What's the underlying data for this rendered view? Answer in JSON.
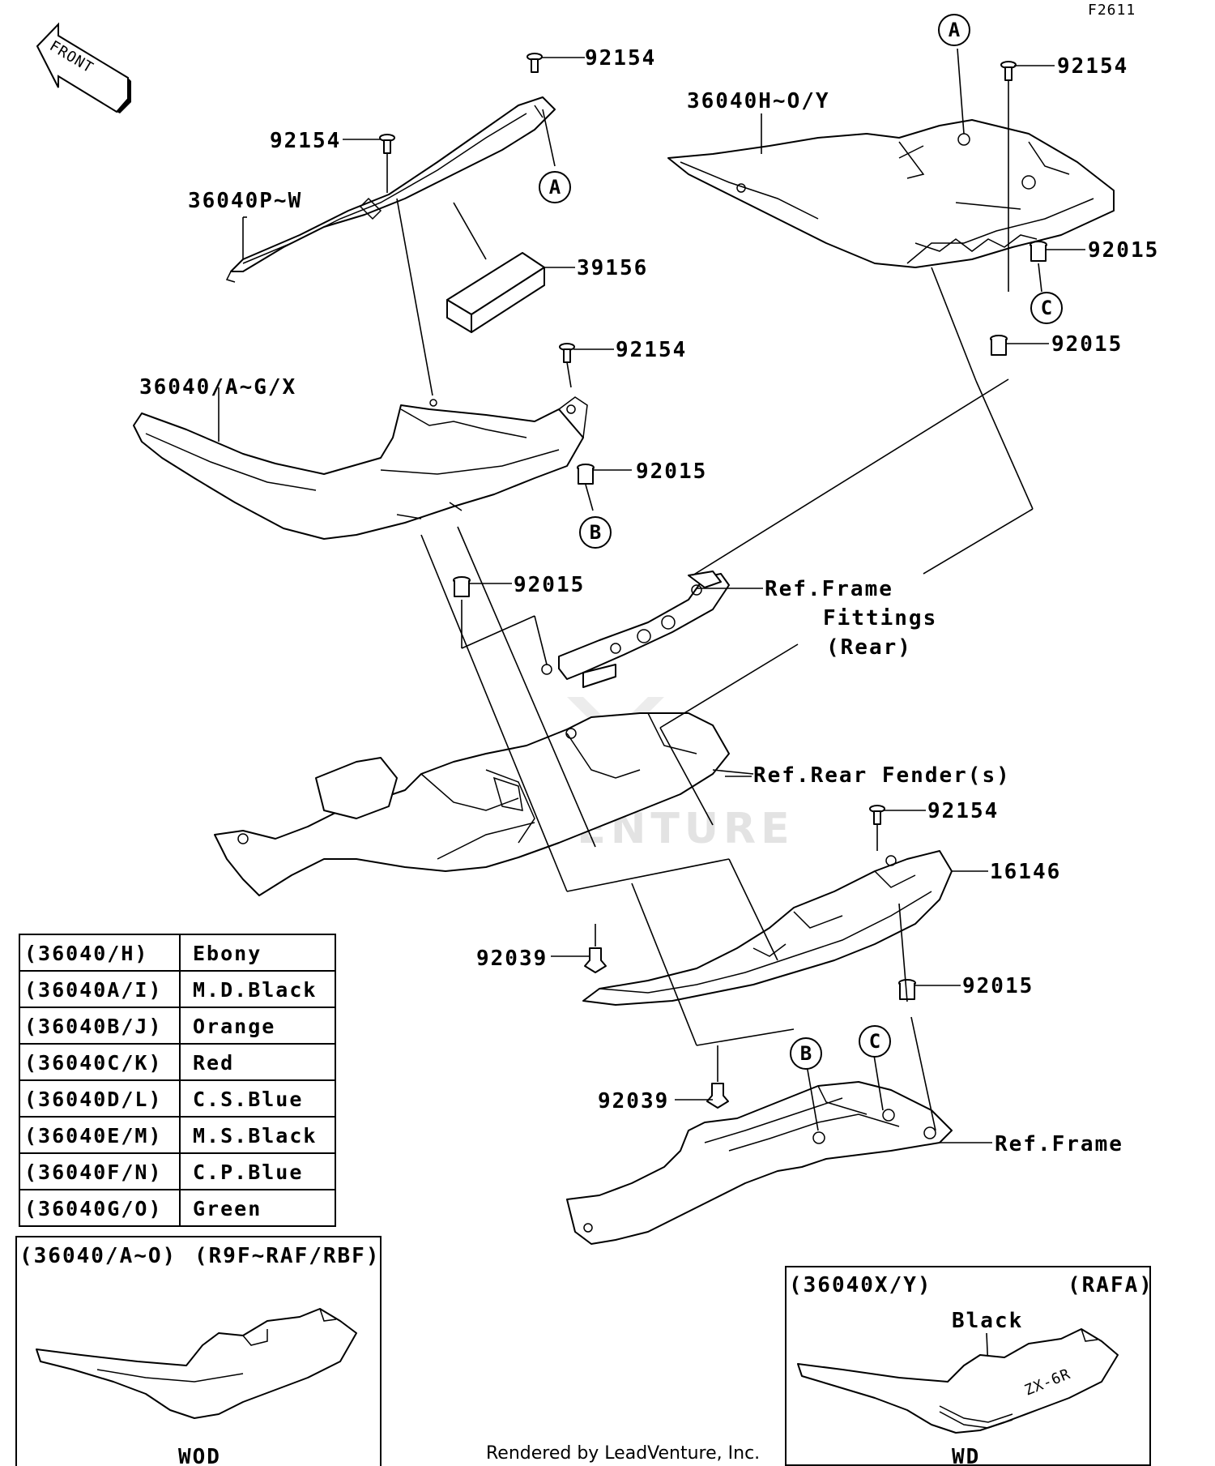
{
  "figure_code": "F2611",
  "front_arrow": "FRONT",
  "callouts": {
    "p92154_a": "92154",
    "p92154_b": "92154",
    "p92154_c": "92154",
    "p92154_d": "92154",
    "p92154_e": "92154",
    "p36040HOY": "36040H~O/Y",
    "p36040PW": "36040P~W",
    "p39156": "39156",
    "p92015_a": "92015",
    "p92015_b": "92015",
    "p92015_c": "92015",
    "p92015_d": "92015",
    "p92015_e": "92015",
    "p36040AGX": "36040/A~G/X",
    "p16146": "16146",
    "p92039_a": "92039",
    "p92039_b": "92039",
    "ref_frame_fittings_1": "Ref.Frame",
    "ref_frame_fittings_2": "Fittings",
    "ref_frame_fittings_3": "(Rear)",
    "ref_rear_fender": "Ref.Rear Fender(s)",
    "ref_frame": "Ref.Frame"
  },
  "markers": {
    "A1": "A",
    "A2": "A",
    "B1": "B",
    "B2": "B",
    "C1": "C",
    "C2": "C"
  },
  "color_table": [
    {
      "code": "(36040/H)",
      "color": "Ebony"
    },
    {
      "code": "(36040A/I)",
      "color": "M.D.Black"
    },
    {
      "code": "(36040B/J)",
      "color": "Orange"
    },
    {
      "code": "(36040C/K)",
      "color": "Red"
    },
    {
      "code": "(36040D/L)",
      "color": "C.S.Blue"
    },
    {
      "code": "(36040E/M)",
      "color": "M.S.Black"
    },
    {
      "code": "(36040F/N)",
      "color": "C.P.Blue"
    },
    {
      "code": "(36040G/O)",
      "color": "Green"
    }
  ],
  "inset_left": {
    "code": "(36040/A~O)",
    "models": "(R9F~RAF/RBF)",
    "caption": "WOD"
  },
  "inset_right": {
    "code": "(36040X/Y)",
    "models": "(RAFA)",
    "note": "Black",
    "decal": "ZX-6R",
    "caption": "WD"
  },
  "watermark": "LEADVENTURE",
  "footer": "Rendered by LeadVenture, Inc."
}
